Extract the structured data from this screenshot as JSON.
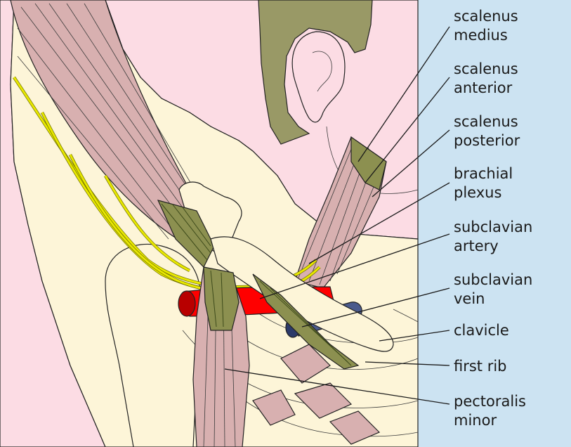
{
  "colors": {
    "background_panel": "#cce3f2",
    "skin": "#fcdce4",
    "hair": "#999966",
    "bone": "#fdf5d8",
    "muscle": "#d8b0b0",
    "muscle_green": "#8c9050",
    "artery": "#ff0000",
    "vein": "#4a5a8c",
    "nerve": "#f0f000"
  },
  "labels": [
    {
      "id": "scalenus-medius",
      "lines": [
        "scalenus",
        "medius"
      ]
    },
    {
      "id": "scalenus-anterior",
      "lines": [
        "scalenus",
        "anterior"
      ]
    },
    {
      "id": "scalenus-posterior",
      "lines": [
        "scalenus",
        "posterior"
      ]
    },
    {
      "id": "brachial-plexus",
      "lines": [
        "brachial",
        "plexus"
      ]
    },
    {
      "id": "subclavian-artery",
      "lines": [
        "subclavian",
        "artery"
      ]
    },
    {
      "id": "subclavian-vein",
      "lines": [
        "subclavian",
        "vein"
      ]
    },
    {
      "id": "clavicle",
      "lines": [
        "clavicle"
      ]
    },
    {
      "id": "first-rib",
      "lines": [
        "first rib"
      ]
    },
    {
      "id": "pectoralis-minor",
      "lines": [
        "pectoralis",
        "minor"
      ]
    }
  ]
}
